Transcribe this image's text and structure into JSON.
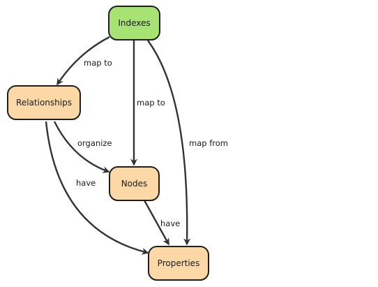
{
  "colors": {
    "index_fill": "#a6e373",
    "entity_fill": "#fcd8a6",
    "edge": "#333333"
  },
  "nodes": {
    "indexes": "Indexes",
    "relationships": "Relationships",
    "nodes": "Nodes",
    "properties": "Properties"
  },
  "edges": {
    "indexes_relationships": "map to",
    "indexes_nodes": "map to",
    "indexes_properties": "map from",
    "relationships_nodes": "organize",
    "relationships_properties": "have",
    "nodes_properties": "have"
  }
}
